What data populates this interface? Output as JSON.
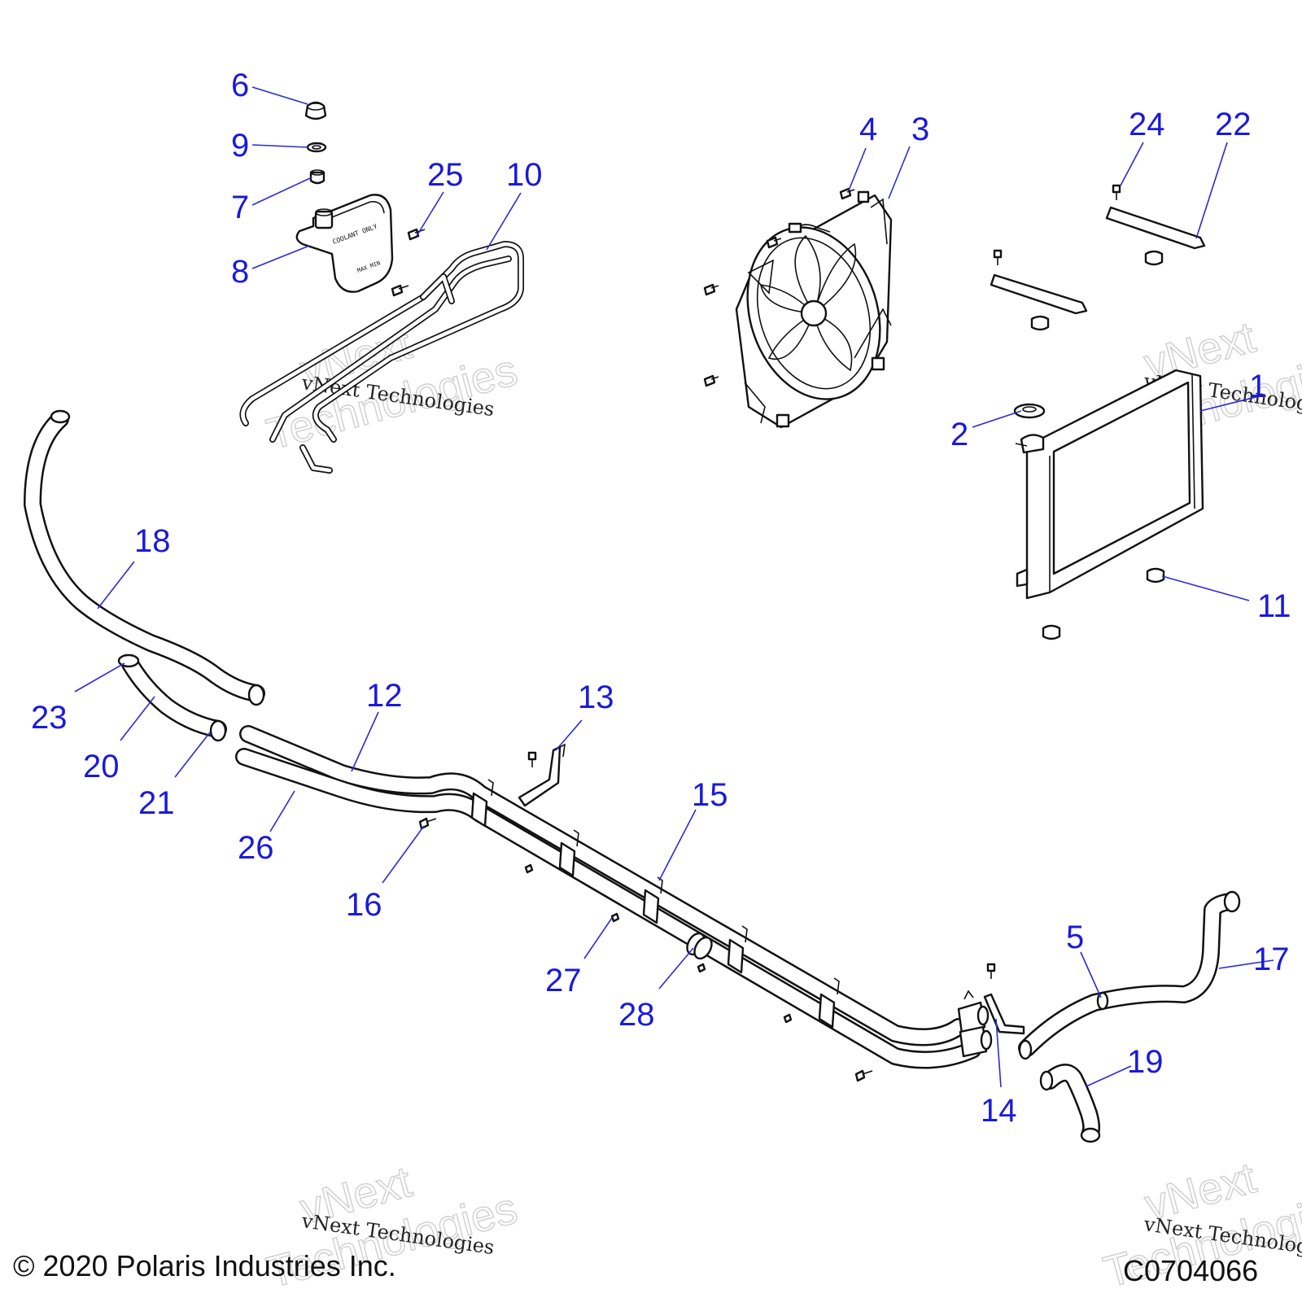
{
  "callouts": {
    "c1": "1",
    "c2": "2",
    "c3": "3",
    "c4": "4",
    "c5": "5",
    "c6": "6",
    "c7": "7",
    "c8": "8",
    "c9": "9",
    "c10": "10",
    "c11": "11",
    "c12": "12",
    "c13": "13",
    "c14": "14",
    "c15": "15",
    "c16": "16",
    "c17": "17",
    "c18": "18",
    "c19": "19",
    "c20": "20",
    "c21": "21",
    "c22": "22",
    "c23": "23",
    "c24": "24",
    "c25": "25",
    "c26": "26",
    "c27": "27",
    "c28": "28"
  },
  "watermark": {
    "brand": "vNext",
    "word": "Technologies",
    "full": "vNext Technologies"
  },
  "footer": {
    "copyright": "© 2020 Polaris Industries Inc.",
    "diagram_code": "C0704066"
  },
  "reservoir_label": {
    "line1": "COOLANT ONLY",
    "line2": "MAX MIN"
  },
  "colors": {
    "callout": "#1a1adb",
    "line_art": "#111111",
    "background": "#ffffff"
  }
}
